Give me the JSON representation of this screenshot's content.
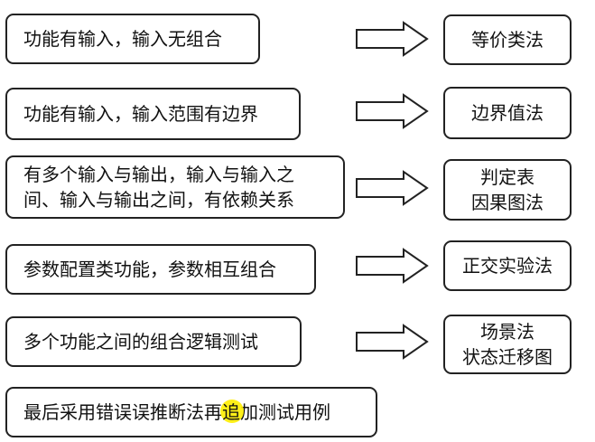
{
  "rows": [
    {
      "condition": "功能有输入，输入无组合",
      "method": [
        "等价类法"
      ]
    },
    {
      "condition": "功能有输入，输入范围有边界",
      "method": [
        "边界值法"
      ]
    },
    {
      "condition": [
        "有多个输入与输出，输入与输入之",
        "间、输入与输出之间，有依赖关系"
      ],
      "method": [
        "判定表",
        "因果图法"
      ]
    },
    {
      "condition": "参数配置类功能，参数相互组合",
      "method": [
        "正交实验法"
      ]
    },
    {
      "condition": "多个功能之间的组合逻辑测试",
      "method": [
        "场景法",
        "状态迁移图"
      ]
    }
  ],
  "footer": {
    "text_before": "最后采用错误误推断法再",
    "text_highlight": "追",
    "text_after": "加测试用例"
  },
  "colors": {
    "border": "#222222",
    "highlight": "#ffee00"
  },
  "icons": {
    "arrow": "hollow-right-arrow-icon"
  }
}
